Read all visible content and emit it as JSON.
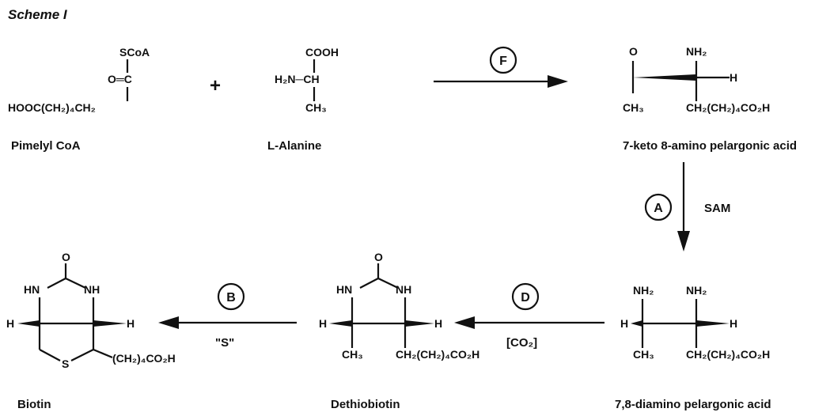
{
  "scheme_title": "Scheme I",
  "plus": "+",
  "compounds": {
    "pimelyl_coa": "Pimelyl CoA",
    "l_alanine": "L-Alanine",
    "kapa": "7-keto 8-amino pelargonic acid",
    "dapa": "7,8-diamino pelargonic acid",
    "dethiobiotin": "Dethiobiotin",
    "biotin": "Biotin"
  },
  "enzymes": {
    "f": "F",
    "a": "A",
    "d": "D",
    "b": "B"
  },
  "cofactors": {
    "sam": "SAM",
    "co2": "[CO₂]",
    "sulfur": "\"S\""
  },
  "atoms": {
    "scoa": "SCoA",
    "oxo_c": "O═C",
    "hooc_chain": "HOOC(CH₂)₄CH₂",
    "cooh": "COOH",
    "h2n_ch": "H₂N─CH",
    "ch3": "CH₃",
    "o": "O",
    "nh2": "NH₂",
    "h": "H",
    "hn": "HN",
    "nh": "NH",
    "s": "S",
    "side_chain": "CH₂(CH₂)₄CO₂H",
    "biotin_chain": "(CH₂)₄CO₂H"
  }
}
